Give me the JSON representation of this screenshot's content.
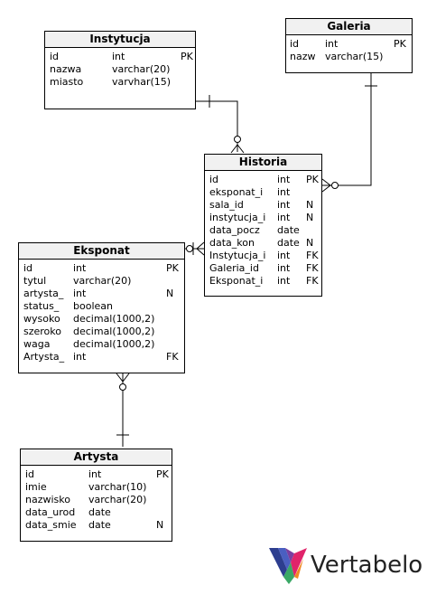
{
  "tables": {
    "instytucja": {
      "title": "Instytucja",
      "columns": [
        {
          "name": "id",
          "type": "int",
          "flag": "PK"
        },
        {
          "name": "nazwa",
          "type": "varchar(20)",
          "flag": ""
        },
        {
          "name": "miasto",
          "type": "varvhar(15)",
          "flag": ""
        }
      ]
    },
    "galeria": {
      "title": "Galeria",
      "columns": [
        {
          "name": "id",
          "type": "int",
          "flag": "PK"
        },
        {
          "name": "nazw",
          "type": "varchar(15)",
          "flag": ""
        }
      ]
    },
    "historia": {
      "title": "Historia",
      "columns": [
        {
          "name": "id",
          "type": "int",
          "flag": "PK"
        },
        {
          "name": "eksponat_i",
          "type": "int",
          "flag": ""
        },
        {
          "name": "sala_id",
          "type": "int",
          "flag": "N"
        },
        {
          "name": "instytucja_i",
          "type": "int",
          "flag": "N"
        },
        {
          "name": "data_pocz",
          "type": "date",
          "flag": ""
        },
        {
          "name": "data_kon",
          "type": "date",
          "flag": "N"
        },
        {
          "name": "Instytucja_i",
          "type": "int",
          "flag": "FK"
        },
        {
          "name": "Galeria_id",
          "type": "int",
          "flag": "FK"
        },
        {
          "name": "Eksponat_i",
          "type": "int",
          "flag": "FK"
        }
      ]
    },
    "eksponat": {
      "title": "Eksponat",
      "columns": [
        {
          "name": "id",
          "type": "int",
          "flag": "PK"
        },
        {
          "name": "tytul",
          "type": "varchar(20)",
          "flag": ""
        },
        {
          "name": "artysta_",
          "type": "int",
          "flag": "N"
        },
        {
          "name": "status_",
          "type": "boolean",
          "flag": ""
        },
        {
          "name": "wysoko",
          "type": "decimal(1000,2)",
          "flag": ""
        },
        {
          "name": "szeroko",
          "type": "decimal(1000,2)",
          "flag": ""
        },
        {
          "name": "waga",
          "type": "decimal(1000,2)",
          "flag": ""
        },
        {
          "name": "Artysta_",
          "type": "int",
          "flag": "FK"
        }
      ]
    },
    "artysta": {
      "title": "Artysta",
      "columns": [
        {
          "name": "id",
          "type": "int",
          "flag": "PK"
        },
        {
          "name": "imie",
          "type": "varchar(10)",
          "flag": ""
        },
        {
          "name": "nazwisko",
          "type": "varchar(20)",
          "flag": ""
        },
        {
          "name": "data_urod",
          "type": "date",
          "flag": ""
        },
        {
          "name": "data_smie",
          "type": "date",
          "flag": "N"
        }
      ]
    }
  },
  "logo": {
    "text": "Vertabelo"
  },
  "colors": {
    "header_bg": "#f1f1f1",
    "border": "#000000",
    "logo_text": "#222222"
  }
}
